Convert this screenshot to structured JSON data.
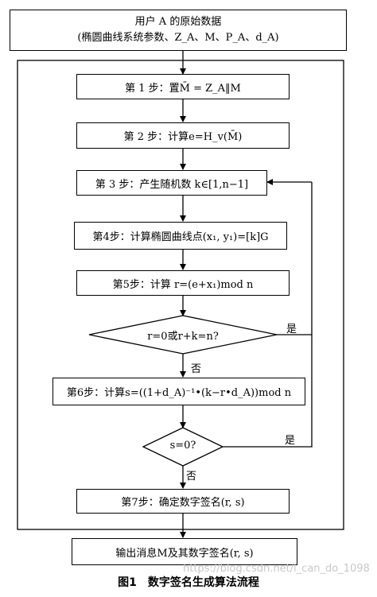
{
  "input_box": {
    "line1": "用户 A 的原始数据",
    "line2": "(椭圆曲线系统参数、Z_A、M、P_A、d_A)"
  },
  "steps": [
    "第 1 步：置M̄ = Z_A‖M",
    "第 2 步：计算e=H_v(M̄)",
    "第 3 步：产生随机数 k∈[1,n−1]",
    "第4步：计算椭圆曲线点(x₁, y₁)=[k]G",
    "第5步：计算 r=(e+x₁)mod n"
  ],
  "decision1": "r=0或r+k=n?",
  "step6": "第6步：计算s=((1+d_A)⁻¹•(k−r•d_A))mod n",
  "decision2": "s=0?",
  "step7": "第7步：确定数字签名(r, s)",
  "output_box": "输出消息M及其数字签名(r, s)",
  "labels": {
    "yes1": "是",
    "no1": "否",
    "yes2": "是",
    "no2": "否"
  },
  "caption": "图1　数字签名生成算法流程",
  "watermark": "https://blog.csdn.net/l_can_do_1098"
}
